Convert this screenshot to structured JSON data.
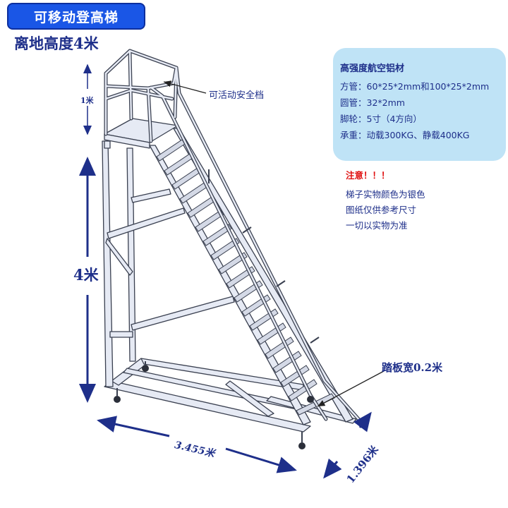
{
  "header": {
    "title": "可移动登高梯"
  },
  "height_caption": "离地高度4米",
  "specs": {
    "heading": "高强度航空铝材",
    "lines": [
      "方管：60*25*2mm和100*25*2mm",
      "圆管：32*2mm",
      "脚轮：5寸（4方向）",
      "承重：动载300KG、静载400KG"
    ]
  },
  "notice": {
    "title": "注意！！！",
    "lines": [
      "梯子实物颜色为银色",
      "图纸仅供参考尺寸",
      "一切以实物为准"
    ]
  },
  "callouts": {
    "guard": "可活动安全档",
    "tread": "踏板宽0.2米"
  },
  "dimensions": {
    "top_rail": "1米",
    "total_height": "4米",
    "length": "3.455米",
    "width": "1.396米"
  },
  "colors": {
    "title_bg": "#1a56e6",
    "spec_bg": "#bfe3f6",
    "text": "#1e2f8a",
    "warning": "#e01010",
    "frame_fill": "#e6eaf4",
    "frame_stroke": "#3a4050"
  }
}
